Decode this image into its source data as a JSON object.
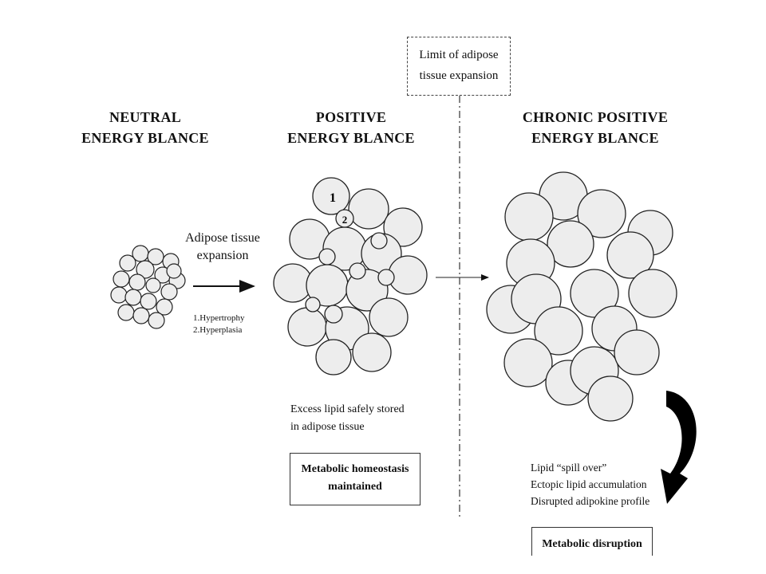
{
  "headings": {
    "neutral": [
      "NEUTRAL",
      "ENERGY BLANCE"
    ],
    "positive": [
      "POSITIVE",
      "ENERGY BLANCE"
    ],
    "chronic": [
      "CHRONIC POSITIVE",
      "ENERGY BLANCE"
    ]
  },
  "limit_box": [
    "Limit of adipose",
    "tissue expansion"
  ],
  "expansion": {
    "label": [
      "Adipose tissue",
      "expansion"
    ],
    "mechanisms": [
      "1.Hypertrophy",
      "2.Hyperplasia"
    ]
  },
  "cell_markers": [
    "1",
    "2"
  ],
  "positive_note": [
    "Excess lipid safely stored",
    "in adipose tissue"
  ],
  "positive_outcome": [
    "Metabolic homeostasis",
    "maintained"
  ],
  "chronic_effects": [
    "Lipid “spill over”",
    "Ectopic lipid accumulation",
    "Disrupted adipokine profile"
  ],
  "chronic_outcome": "Metabolic disruption"
}
